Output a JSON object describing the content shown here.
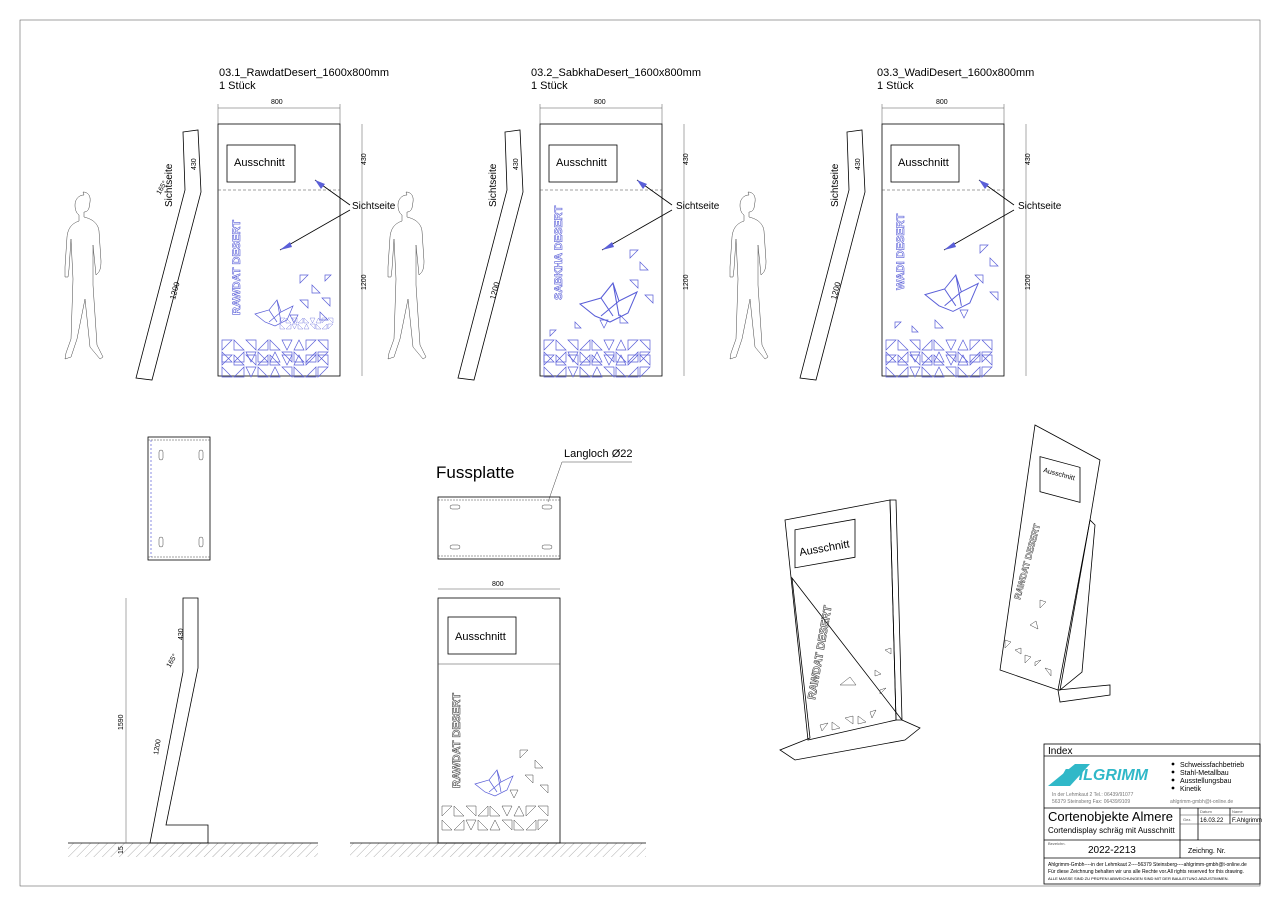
{
  "accent_color": "#5a5fd8",
  "logo_color": "#30b8c8",
  "panels": [
    {
      "title": "03.1_RawdatDesert_1600x800mm",
      "qty": "1 Stück",
      "lettering": "RAWDAT DESERT"
    },
    {
      "title": "03.2_SabkhaDesert_1600x800mm",
      "qty": "1 Stück",
      "lettering": "SABKHA DESERT"
    },
    {
      "title": "03.3_WadiDesert_1600x800mm",
      "qty": "1 Stück",
      "lettering": "WADI DESERT"
    }
  ],
  "labels": {
    "cutout": "Ausschnitt",
    "visible_side": "Sichtseite",
    "footplate": "Fussplatte",
    "slot": "Langloch Ø22"
  },
  "dims": {
    "width": "800",
    "upper": "430",
    "lower": "1200",
    "angle": "165°",
    "height": "1590",
    "foot": "15"
  },
  "title_block": {
    "index": "Index",
    "logo": "AHLGRIMM",
    "services": [
      "Schweissfachbetrieb",
      "Stahl-Metallbau",
      "Ausstellungsbau",
      "Kinetik"
    ],
    "address_1": "In der Lehmkaut 2   Tel.: 06439/91077",
    "address_2": "56379 Steinsberg   Fax: 06439/9109",
    "email": "ahlgrimm-gmbh@t-online.de",
    "project": "Cortenobjekte Almere",
    "description": "Cortendisplay schräg mit Ausschnitt",
    "date_label": "Datum",
    "name_label": "Name",
    "drawn_label": "Gez.",
    "date": "16.03.22",
    "name": "F.Ahlgrimm",
    "number_label": "Bezeichn.",
    "number": "2022-2213",
    "drawing_no_label": "Zeichng. Nr.",
    "footer_1": "Ahlgrimm-Gmbh----in der Lehmkaut 2----56379 Steinsberg----ahlgrimm-gmbh@t-online.de",
    "footer_2": "Für diese Zeichnung behalten wir uns alle Rechte vor.All rights reserved for this drawing.",
    "footer_3": "ALLE MASSE SIND ZU PRÜFEN! ABWEICHUNGEN SIND MIT DER BAULEITUNG ABZUSTIMMEN."
  }
}
